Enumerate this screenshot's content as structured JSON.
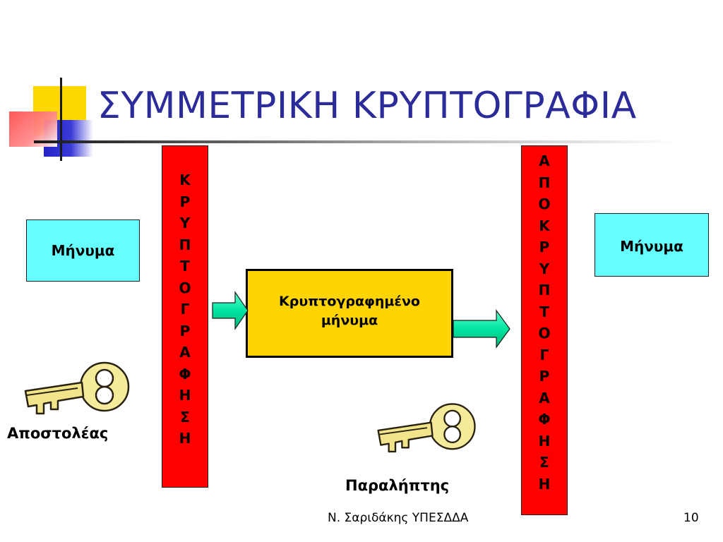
{
  "slide": {
    "title": "ΣΥΜΜΕΤΡΙΚΗ ΚΡΥΠΤΟΓΡΑΦΙΑ",
    "sender_message": "Μήνυμα",
    "receiver_message": "Μήνυμα",
    "encryption_letters": [
      "Κ",
      "Ρ",
      "Υ",
      "Π",
      "Τ",
      "Ο",
      "Γ",
      "Ρ",
      "Α",
      "Φ",
      "Η",
      "Σ",
      "Η"
    ],
    "decryption_letters": [
      "Α",
      "Π",
      "Ο",
      "Κ",
      "Ρ",
      "Υ",
      "Π",
      "Τ",
      "Ο",
      "Γ",
      "Ρ",
      "Α",
      "Φ",
      "Η",
      "Σ",
      "Η"
    ],
    "ciphertext_line1": "Κρυπτογραφημένο",
    "ciphertext_line2": "μήνυμα",
    "sender_label": "Αποστολέας",
    "receiver_label": "Παραλήπτης",
    "footer_author": "Ν. Σαριδάκης  ΥΠΕΣΔΔΑ",
    "page_number": "10"
  },
  "colors": {
    "title": "#2b2b9a",
    "message_box": "#66ffff",
    "process_bar": "#ff0000",
    "cipher_box": "#ffd400",
    "arrow": "#00e5a0",
    "key": "#f2e48a"
  },
  "icons": [
    "key-icon",
    "right-arrow-icon"
  ]
}
